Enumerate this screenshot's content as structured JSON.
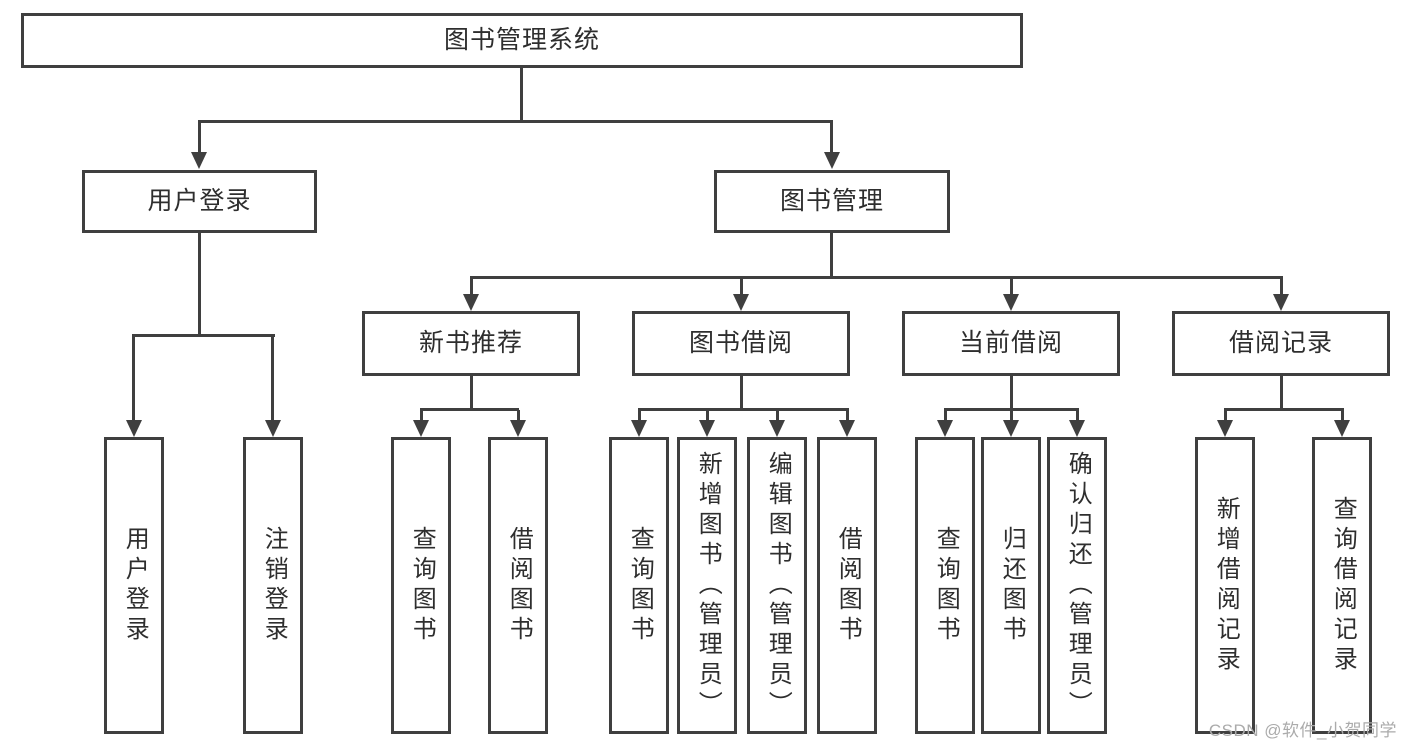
{
  "diagram": {
    "title": "图书管理系统",
    "root": {
      "label": "图书管理系统"
    },
    "branches": [
      {
        "label": "用户登录",
        "children": [
          "用户登录",
          "注销登录"
        ]
      },
      {
        "label": "图书管理",
        "groups": [
          {
            "label": "新书推荐",
            "children": [
              "查询图书",
              "借阅图书"
            ]
          },
          {
            "label": "图书借阅",
            "children": [
              "查询图书",
              "新增图书（管理员）",
              "编辑图书（管理员）",
              "借阅图书"
            ]
          },
          {
            "label": "当前借阅",
            "children": [
              "查询图书",
              "归还图书",
              "确认归还（管理员）"
            ]
          },
          {
            "label": "借阅记录",
            "children": [
              "新增借阅记录",
              "查询借阅记录"
            ]
          }
        ]
      }
    ]
  },
  "watermark": "CSDN @软件_小贺同学",
  "colors": {
    "line": "#3f3f3f",
    "text": "#2e2e2e",
    "watermark": "#ababab",
    "background": "#ffffff"
  }
}
